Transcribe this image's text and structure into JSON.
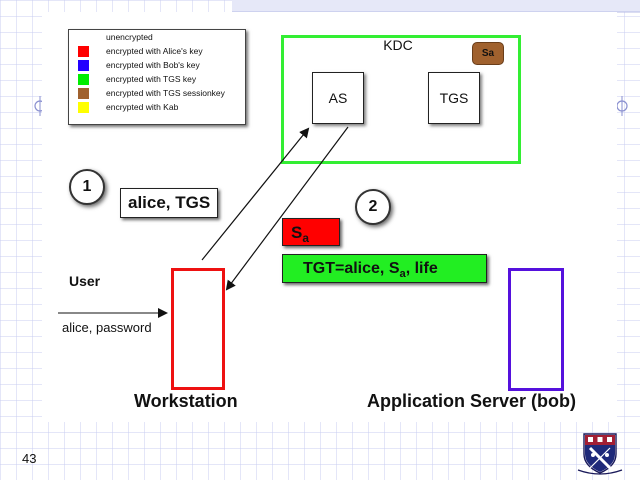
{
  "legend": {
    "items": [
      {
        "label": "unencrypted",
        "color": "#ffffff"
      },
      {
        "label": "encrypted with Alice's key",
        "color": "#ff0000"
      },
      {
        "label": "encrypted with Bob's key",
        "color": "#2200ff"
      },
      {
        "label": "encrypted with TGS key",
        "color": "#00ee00"
      },
      {
        "label": "encrypted with TGS sessionkey",
        "color": "#a0612e"
      },
      {
        "label": "encrypted with Kab",
        "color": "#ffff00"
      }
    ]
  },
  "kdc": {
    "title": "KDC",
    "sa_chip": "Sa",
    "as_label": "AS",
    "tgs_label": "TGS",
    "border_color": "#33ee33"
  },
  "steps": {
    "step1": "1",
    "step2": "2"
  },
  "messages": {
    "request": "alice, TGS",
    "session_key": {
      "base": "S",
      "sub": "a",
      "color": "#ff0000"
    },
    "tgt": {
      "prefix": "TGT=alice, S",
      "sub": "a",
      "suffix": ", life",
      "color": "#22ee22"
    }
  },
  "user": {
    "label": "User",
    "input": "alice, password"
  },
  "workstation": {
    "label": "Workstation",
    "color": "#ee1111"
  },
  "app_server": {
    "label": "Application Server (bob)",
    "color": "#5511dd"
  },
  "page_number": "43",
  "logo": {
    "icon": "university-shield-logo"
  }
}
